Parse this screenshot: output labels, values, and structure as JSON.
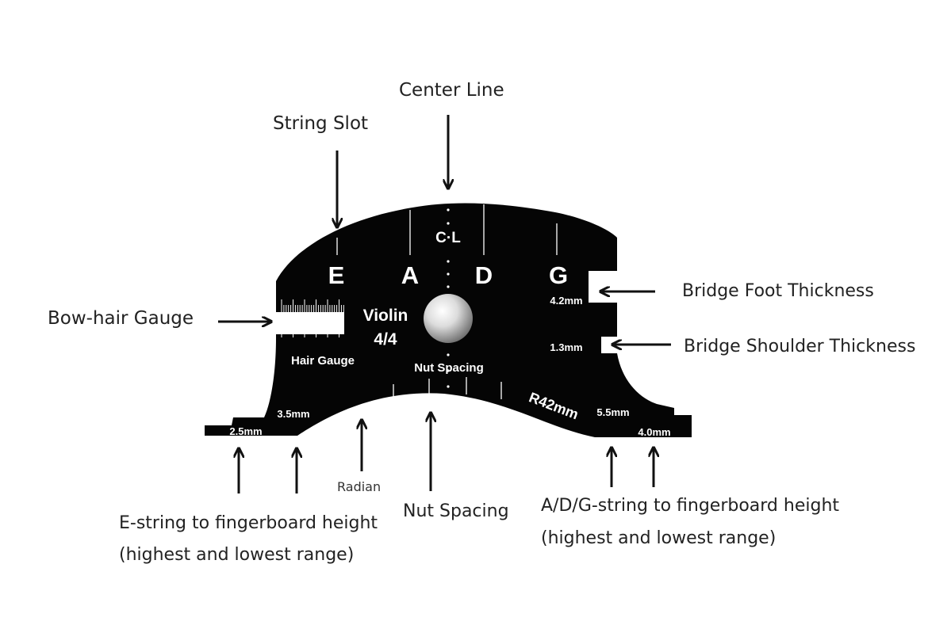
{
  "annotations": {
    "center_line": "Center Line",
    "string_slot": "String Slot",
    "bow_hair_gauge": "Bow-hair Gauge",
    "bridge_foot_thickness": "Bridge Foot Thickness",
    "bridge_shoulder_thickness": "Bridge Shoulder Thickness",
    "radian": "Radian",
    "nut_spacing": "Nut Spacing",
    "e_string_line1": "E-string to fingerboard height",
    "e_string_line2": "(highest and lowest range)",
    "adg_string_line1": "A/D/G-string to fingerboard height",
    "adg_string_line2": "(highest and lowest range)"
  },
  "template": {
    "strings": [
      "E",
      "A",
      "D",
      "G"
    ],
    "cl": "C·L",
    "instrument": "Violin",
    "size": "4/4",
    "hair_gauge": "Hair Gauge",
    "nut_spacing": "Nut Spacing",
    "radius": "R42mm",
    "foot_thickness": "4.2mm",
    "shoulder_thickness": "1.3mm",
    "e_low": "2.5mm",
    "e_high": "3.5mm",
    "adg_high": "5.5mm",
    "adg_low": "4.0mm"
  },
  "colors": {
    "template": "#050505",
    "marking": "#ffffff",
    "annotation": "#222222",
    "background": "#ffffff"
  }
}
